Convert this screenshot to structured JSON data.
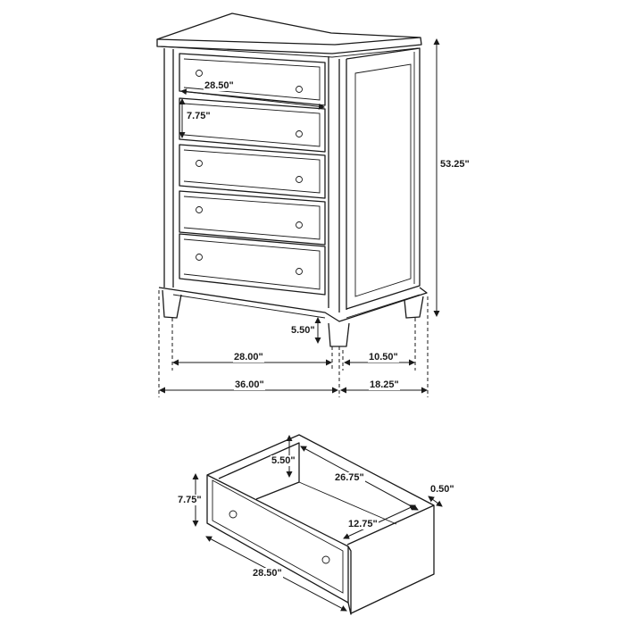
{
  "diagram": {
    "title": "Chest dimensions diagram",
    "chest": {
      "drawer_count": 5,
      "labels": {
        "drawer_width": "28.50\"",
        "drawer_height": "7.75\"",
        "total_height": "53.25\"",
        "leg_height": "5.50\"",
        "inner_width": "28.00\"",
        "inner_depth": "10.50\"",
        "overall_width": "36.00\"",
        "overall_depth": "18.25\""
      }
    },
    "drawer_detail": {
      "labels": {
        "front_height": "7.75\"",
        "inner_height": "5.50\"",
        "inner_length": "26.75\"",
        "side_thickness": "0.50\"",
        "inner_depth": "12.75\"",
        "front_width": "28.50\""
      }
    },
    "colors": {
      "line": "#1a1a1a",
      "background": "#ffffff"
    }
  }
}
